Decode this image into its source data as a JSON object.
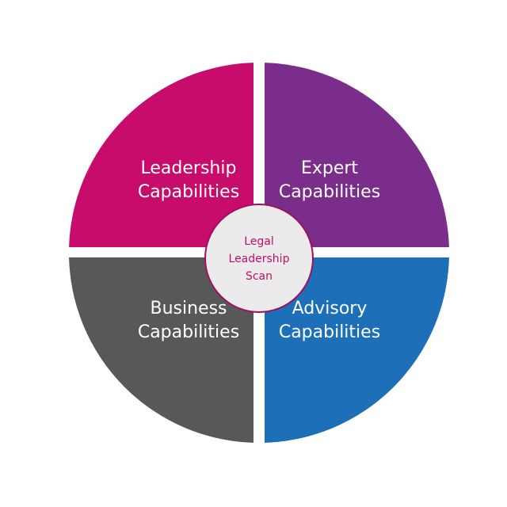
{
  "quadrants": [
    {
      "id": "leadership",
      "line1": "Leadership",
      "line2": "Capabilities",
      "color": "#C70C6B"
    },
    {
      "id": "expert",
      "line1": "Expert",
      "line2": "Capabilities",
      "color": "#7A2D8A"
    },
    {
      "id": "business",
      "line1": "Business",
      "line2": "Capabilities",
      "color": "#585858"
    },
    {
      "id": "advisory",
      "line1": "Advisory",
      "line2": "Capabilities",
      "color": "#1D6FB8"
    }
  ],
  "center": {
    "line1": "Legal",
    "line2": "Leadership",
    "line3": "Scan",
    "fill": "#EBEBEB",
    "stroke": "#9E1060",
    "text_color": "#C70C6B"
  }
}
